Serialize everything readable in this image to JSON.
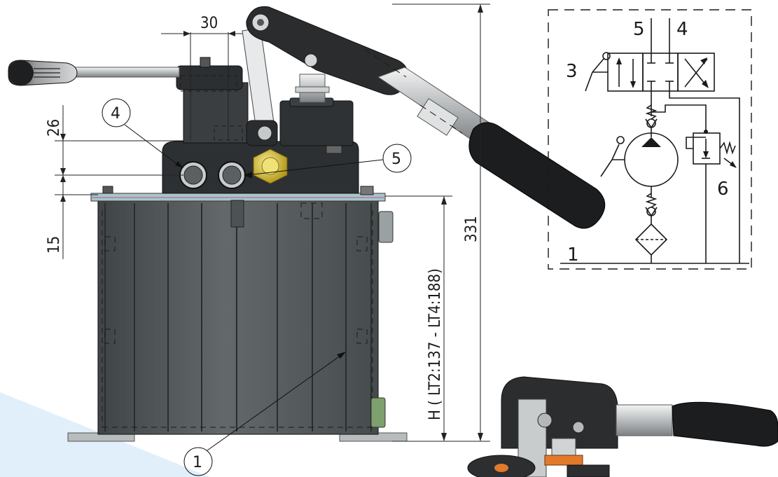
{
  "dimensions": {
    "d30": "30",
    "d26": "26",
    "d15": "15",
    "d331": "331",
    "height_label": "H ( LT2:137 - LT4:188)"
  },
  "callouts": {
    "c1": "1",
    "c4": "4",
    "c5": "5"
  },
  "schematic": {
    "port5": "5",
    "port4": "4",
    "lever3": "3",
    "relief6": "6",
    "tank1": "1"
  },
  "colors": {
    "tank": "#555a5c",
    "dark_body": "#2c2e30",
    "handle_black": "#1d1e20",
    "plate": "#a9b4b4",
    "brass": "#e3cf4a",
    "accent_orange": "#e27a2b"
  }
}
